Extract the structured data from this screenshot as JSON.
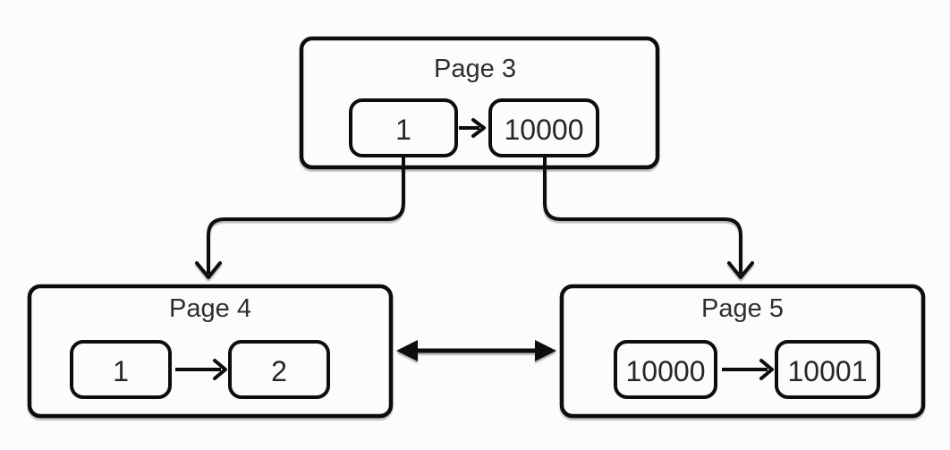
{
  "colors": {
    "background": "#fcfcfc",
    "stroke": "#0d0d0d",
    "text": "#2d2d2d"
  },
  "pages": [
    {
      "title": "Page 3",
      "keys": [
        "1",
        "10000"
      ]
    },
    {
      "title": "Page 4",
      "keys": [
        "1",
        "2"
      ]
    },
    {
      "title": "Page 5",
      "keys": [
        "10000",
        "10001"
      ]
    }
  ]
}
